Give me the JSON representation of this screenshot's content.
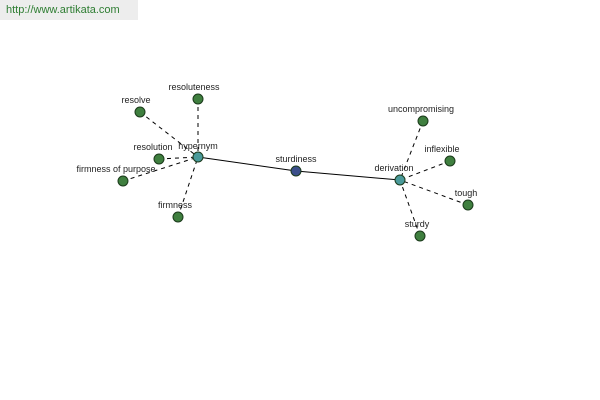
{
  "banner": {
    "url": "http://www.artikata.com"
  },
  "graph": {
    "center": {
      "label": "sturdiness",
      "color": "#3b4f8a"
    },
    "hubs": [
      {
        "id": "hypernym",
        "label": "hypernym",
        "color": "#4a9a9a"
      },
      {
        "id": "derivation",
        "label": "derivation",
        "color": "#4a9a9a"
      }
    ],
    "leaves": [
      {
        "hub": "hypernym",
        "label": "resoluteness",
        "color": "#3f7f3f"
      },
      {
        "hub": "hypernym",
        "label": "resolve",
        "color": "#3f7f3f"
      },
      {
        "hub": "hypernym",
        "label": "resolution",
        "color": "#3f7f3f"
      },
      {
        "hub": "hypernym",
        "label": "firmness of purpose",
        "color": "#3f7f3f"
      },
      {
        "hub": "hypernym",
        "label": "firmness",
        "color": "#3f7f3f"
      },
      {
        "hub": "derivation",
        "label": "uncompromising",
        "color": "#3f7f3f"
      },
      {
        "hub": "derivation",
        "label": "inflexible",
        "color": "#3f7f3f"
      },
      {
        "hub": "derivation",
        "label": "tough",
        "color": "#3f7f3f"
      },
      {
        "hub": "derivation",
        "label": "sturdy",
        "color": "#3f7f3f"
      }
    ]
  }
}
